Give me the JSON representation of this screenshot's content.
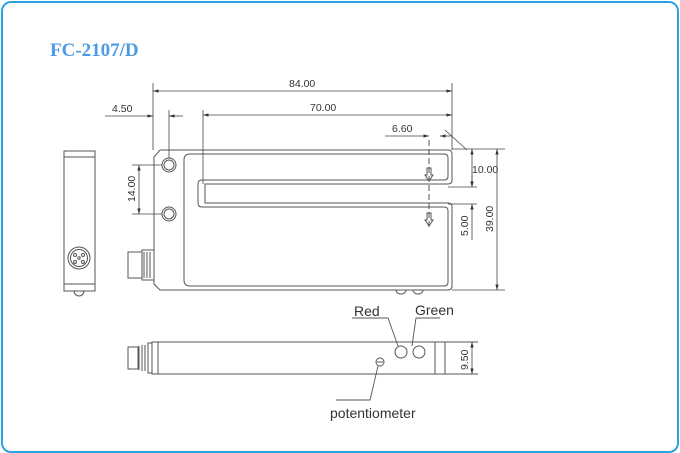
{
  "title": "FC-2107/D",
  "colors": {
    "frame_border": "#2aa3e3",
    "title": "#4a9ae4",
    "line": "#555555"
  },
  "dimensions": {
    "overall_length": "84.00",
    "slot_depth": "70.00",
    "mount_offset": "4.50",
    "beam_offset": "6.60",
    "upper_arm_height": "10.00",
    "slot_width": "5.00",
    "overall_height": "39.00",
    "hole_spacing": "14.00",
    "thickness": "9.50"
  },
  "labels": {
    "red_led": "Red",
    "green_led": "Green",
    "potentiometer": "potentiometer"
  }
}
